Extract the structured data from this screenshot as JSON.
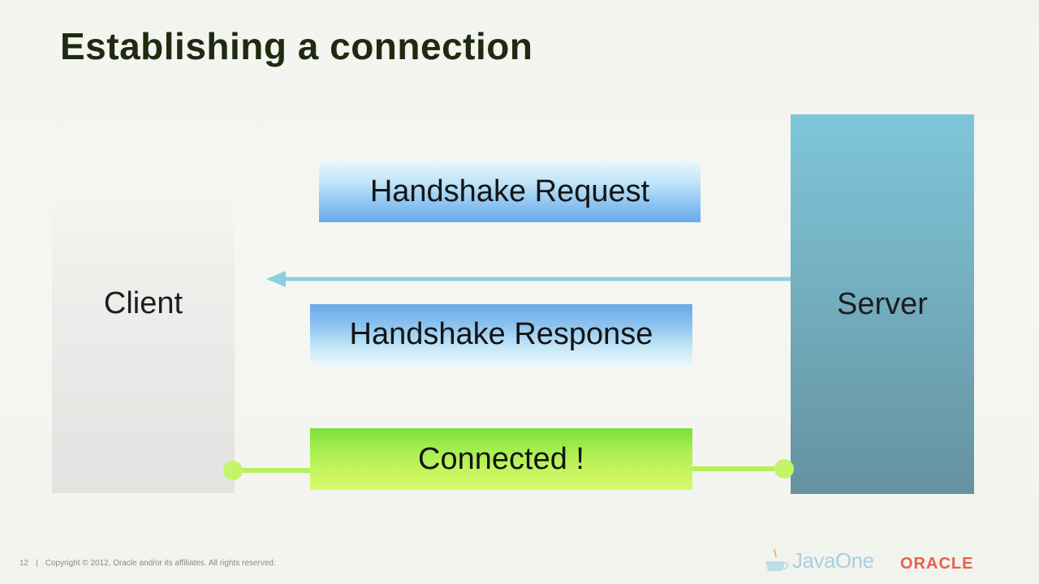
{
  "slide": {
    "title": "Establishing a connection"
  },
  "diagram": {
    "client_label": "Client",
    "server_label": "Server",
    "messages": {
      "request": "Handshake Request",
      "response": "Handshake Response",
      "connected": "Connected !"
    },
    "colors": {
      "server": "#74afc0",
      "request": "#86bff0",
      "response": "#8cc4ef",
      "connected": "#b6f050",
      "arrow": "#8ecfe0",
      "connection_line": "#b8f05a"
    }
  },
  "footer": {
    "page_number": "12",
    "copyright": "Copyright © 2012, Oracle and/or its affiliates. All rights reserved.",
    "event_logo": "JavaOne",
    "company_logo": "ORACLE"
  }
}
